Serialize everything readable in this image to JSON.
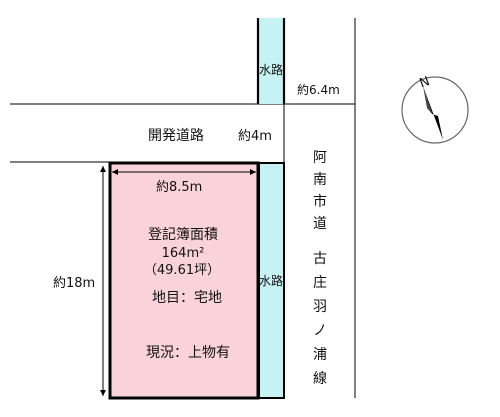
{
  "labels": {
    "channel_top": "水路",
    "channel_right": "水路",
    "width_city_road": "約6.4m",
    "dev_road_name": "開発道路",
    "dev_road_width": "約4m",
    "frontage_width": "約8.5m",
    "depth": "約18m",
    "registered_area_title": "登記簿面積",
    "area_sqm_value": "164",
    "area_sqm_unit": "m²",
    "area_tsubo": "（49.61坪）",
    "land_category": "地目：宅地",
    "current_status": "現況：上物有",
    "city_road_chars": [
      "阿",
      "南",
      "市",
      "道",
      "古",
      "庄",
      "羽",
      "ノ",
      "浦",
      "線"
    ]
  },
  "compass": {
    "letter": "N"
  },
  "colors": {
    "lot_fill": "#f9d3d9",
    "channel_fill": "#c7f2f3",
    "line": "#000000"
  }
}
